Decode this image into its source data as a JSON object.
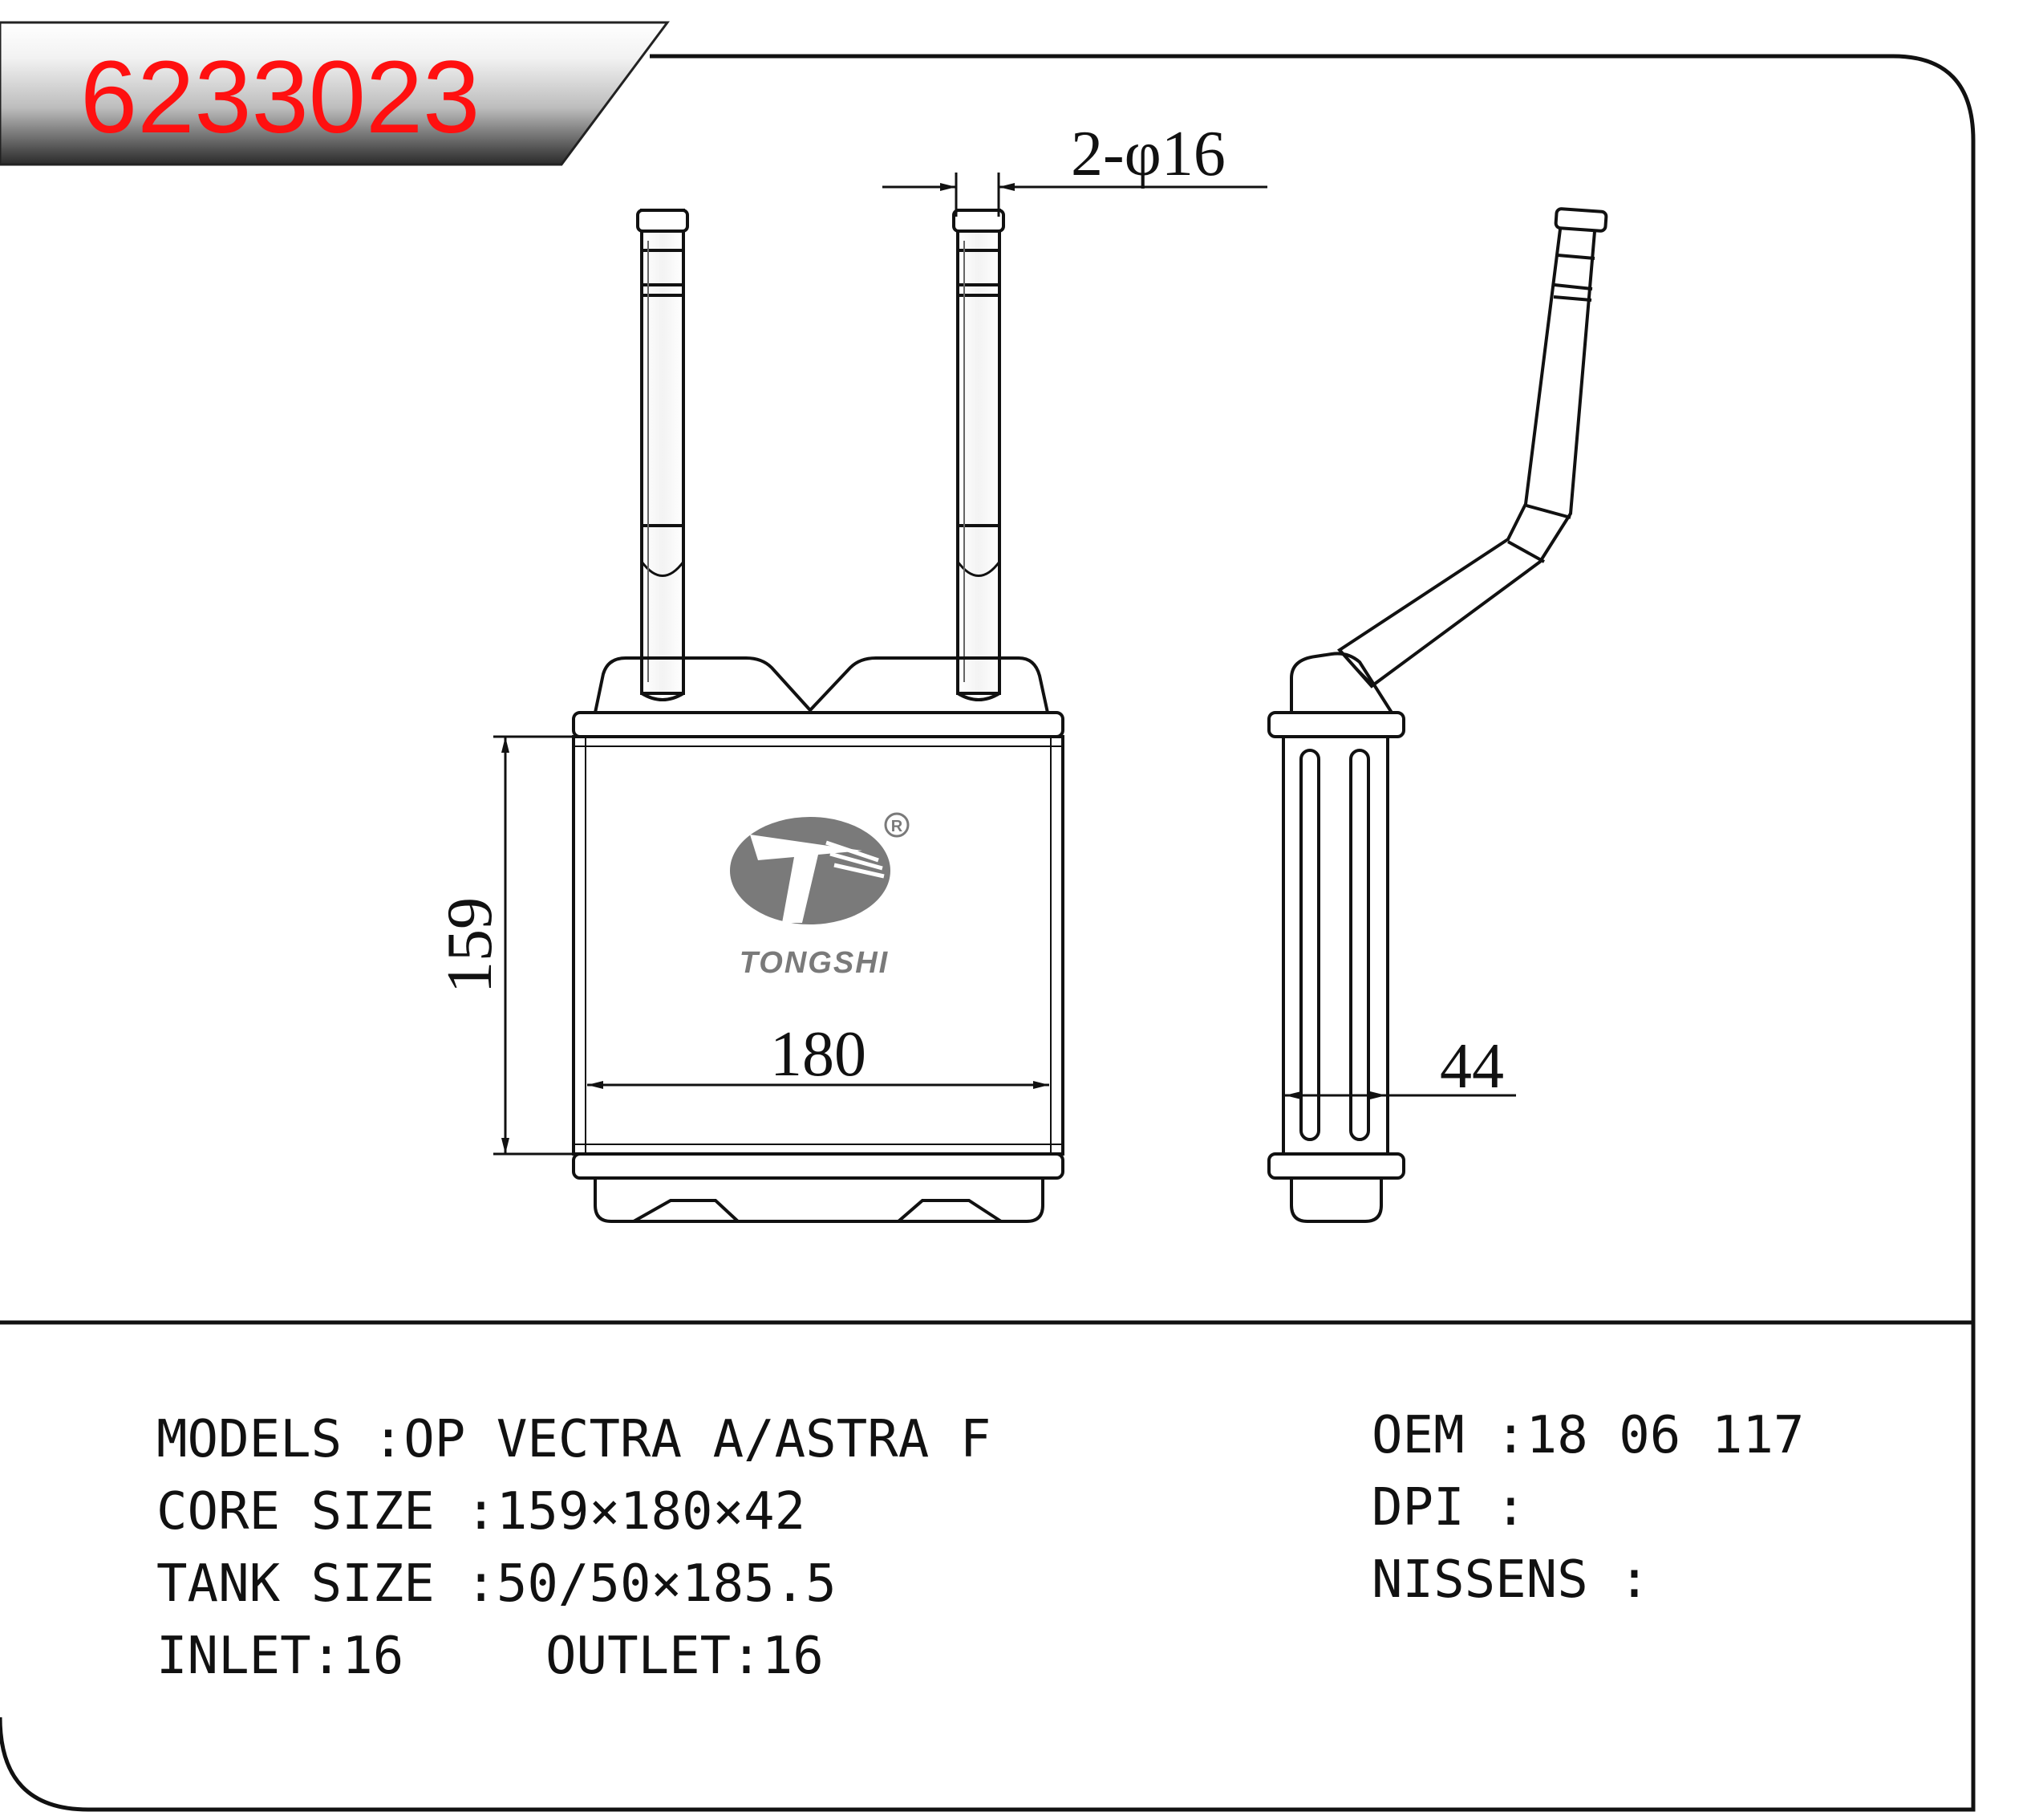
{
  "header": {
    "part_number": "6233023",
    "part_number_color": "#ff1010"
  },
  "brand": {
    "logo_name": "TONGSHI",
    "registered_mark": "R"
  },
  "dimensions": {
    "pipe_spec": "2-φ16",
    "height": "159",
    "width": "180",
    "depth": "44"
  },
  "specs": {
    "left": [
      {
        "label": "MODELS",
        "sep": " :",
        "value": "OP VECTRA A/ASTRA F"
      },
      {
        "label": "CORE SIZE",
        "sep": " :",
        "value": "159×180×42"
      },
      {
        "label": "TANK SIZE",
        "sep": " :",
        "value": "50/50×185.5"
      }
    ],
    "inlet": {
      "label": "INLET",
      "sep": ":",
      "value": "16"
    },
    "outlet": {
      "label": "OUTLET",
      "sep": ":",
      "value": "16"
    },
    "right": [
      {
        "label": "OEM",
        "sep": " :",
        "value": "18 06 117"
      },
      {
        "label": "DPI",
        "sep": " :",
        "value": ""
      },
      {
        "label": "NISSENS",
        "sep": " :",
        "value": ""
      }
    ]
  },
  "colors": {
    "line": "#111111",
    "banner_dark": "#2a2a2a",
    "logo_gray": "#7a7a7a"
  }
}
